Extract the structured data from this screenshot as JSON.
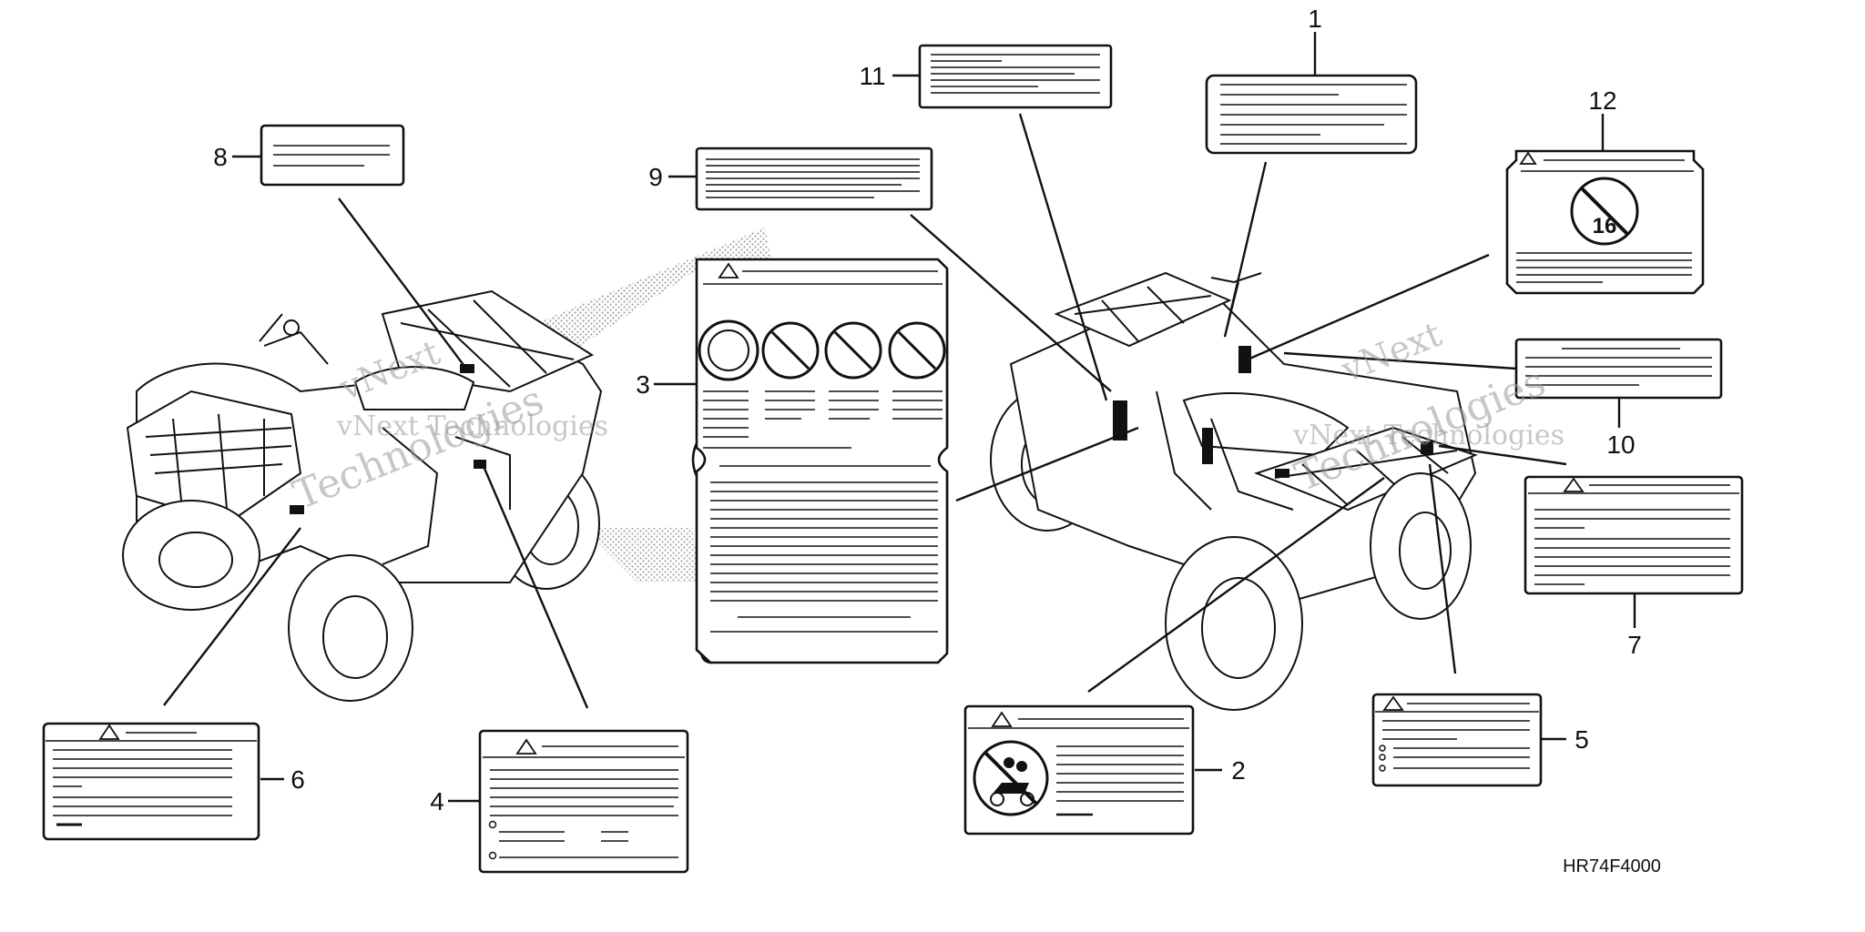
{
  "diagram": {
    "part_code": "HR74F4000",
    "callouts": [
      "1",
      "2",
      "3",
      "4",
      "5",
      "6",
      "7",
      "8",
      "9",
      "10",
      "11",
      "12"
    ],
    "label_12_icon_text": "16",
    "watermark": [
      "vNext",
      "Technologies",
      "vNext Technologies"
    ],
    "colors": {
      "line": "#111111",
      "background": "#ffffff",
      "watermark": "#9a9a9a"
    },
    "icons": [
      "warning-triangle-icon",
      "prohibition-icon",
      "no-passenger-icon",
      "age-16-prohibition-icon"
    ]
  }
}
